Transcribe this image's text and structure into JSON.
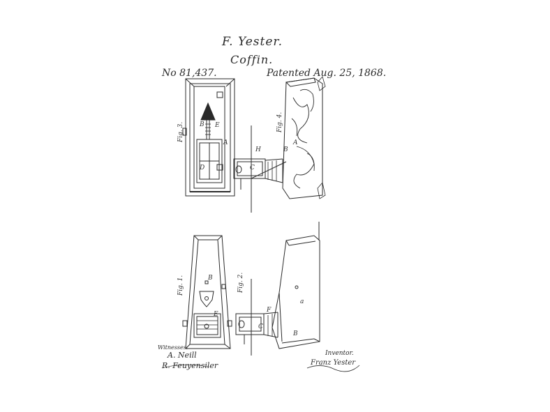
{
  "header": {
    "inventor_name": "F. Yester.",
    "subject": "Coffin.",
    "patent_number": "No 81,437.",
    "patent_date": "Patented Aug. 25, 1868."
  },
  "figures": {
    "fig1": "Fig. 1.",
    "fig2": "Fig. 2.",
    "fig3": "Fig. 3.",
    "fig4": "Fig. 4."
  },
  "labels": {
    "A": "A",
    "B": "B",
    "C": "C",
    "D": "D",
    "E": "E",
    "F": "F",
    "H": "H",
    "a": "a"
  },
  "footer": {
    "witnesses_label": "Witnesses:",
    "witness_1": "A. Neill",
    "witness_2": "R. Feuyensiler",
    "inventor_label": "Inventor.",
    "inventor_signature": "Franz Yester"
  },
  "colors": {
    "ink": "#2a2a2a",
    "paper": "#ffffff"
  }
}
